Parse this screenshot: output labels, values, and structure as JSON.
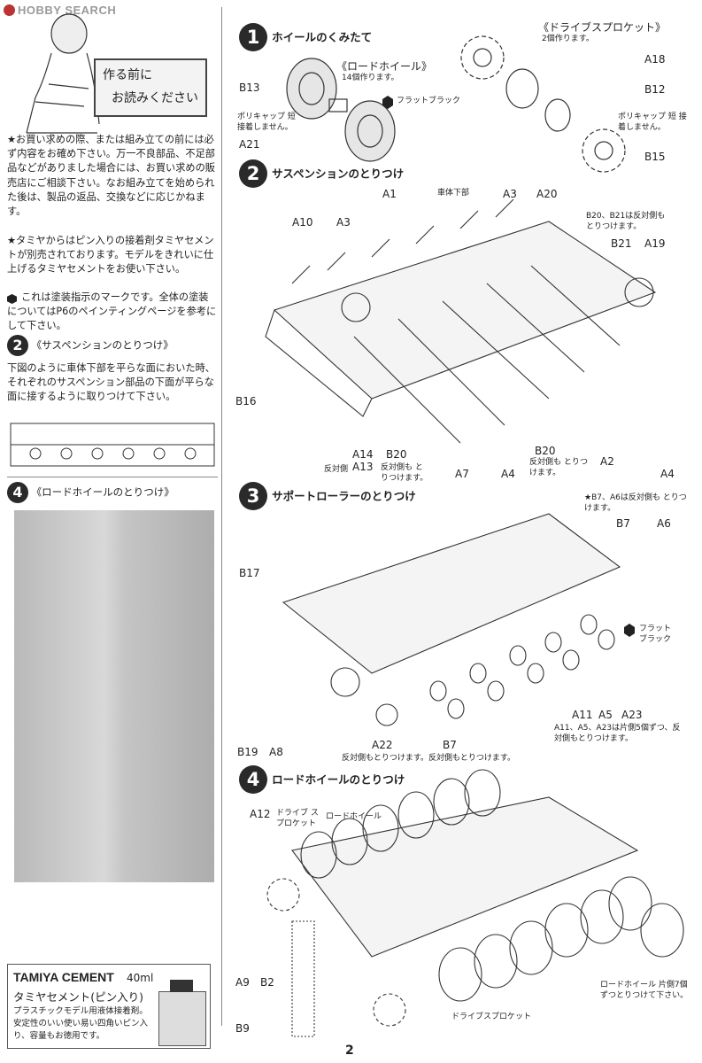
{
  "watermark": "HOBBY SEARCH",
  "read_box": [
    "作る前に",
    "お読みください"
  ],
  "intro_paragraphs": [
    "★お買い求めの際、または組み立ての前には必ず内容をお確め下さい。万一不良部品、不足部品などがありました場合には、お買い求めの販売店にご相談下さい。なお組み立てを始められた後は、製品の返品、交換などに応じかねます。",
    "★タミヤからはピン入りの接着剤タミヤセメントが別売されております。モデルをきれいに仕上げるタミヤセメントをお使い下さい。",
    "これは塗装指示のマークです。全体の塗装についてはP6のペインティングページを参考にして下さい。"
  ],
  "side_sections": {
    "susp": {
      "num": "2",
      "title": "《サスペンションのとりつけ》",
      "text": "下図のように車体下部を平らな面においた時、それぞれのサスペンション部品の下面が平らな面に接するように取りつけて下さい。"
    },
    "road": {
      "num": "4",
      "title": "《ロードホイールのとりつけ》"
    }
  },
  "cement": {
    "brand": "TAMIYA CEMENT",
    "volume": "40ml",
    "name": "タミヤセメント(ピン入り)",
    "desc": "プラスチックモデル用液体接着剤。安定性のいい使い易い四角いピン入り、容量もお徳用です。"
  },
  "steps": [
    {
      "num": "1",
      "title": "ホイールのくみたて"
    },
    {
      "num": "2",
      "title": "サスペンションのとりつけ"
    },
    {
      "num": "3",
      "title": "サポートローラーのとりつけ"
    },
    {
      "num": "4",
      "title": "ロードホイールのとりつけ"
    }
  ],
  "step1": {
    "road_wheel": "《ロードホイール》",
    "road_wheel_qty": "14個作ります。",
    "flat_black": "フラットブラック",
    "polycap_note": "ポリキャップ 短 接着しません。",
    "drive_sprocket": "《ドライブスプロケット》",
    "sprocket_qty": "2個作ります。",
    "polycap_note2": "ポリキャップ 短 接着しません。",
    "parts": [
      "B13",
      "A21",
      "A18",
      "B12",
      "B15"
    ]
  },
  "step2": {
    "lower_hull": "車体下部",
    "note_b20_b21": "B20、B21は反対側もとりつけます。",
    "parts": [
      "A1",
      "A3",
      "A20",
      "A10",
      "A3",
      "B21",
      "A19",
      "B16",
      "A14",
      "B20",
      "A13",
      "A7",
      "A4",
      "B20",
      "A2",
      "A4"
    ],
    "opp_side": "反対側",
    "opp_also": "反対側も とりつけます。",
    "b20_note": "反対側も とりつけます。"
  },
  "step3": {
    "note_top": "★B7、A6は反対側も とりつけます。",
    "flat_black": "フラット ブラック",
    "parts": [
      "B7",
      "A6",
      "B17",
      "A11",
      "A5",
      "A23",
      "B19",
      "A8",
      "A22",
      "B7"
    ],
    "note_a11": "A11、A5、A23は片側5個ずつ、反対側もとりつけます。",
    "a22_note": "反対側もとりつけます。",
    "b7_note": "反対側もとりつけます。"
  },
  "step4": {
    "drive_sprocket_lbl": "ドライブ スプロケット",
    "road_wheel_lbl": "ロードホイール",
    "parts": [
      "A12",
      "A9",
      "B2",
      "B9"
    ],
    "road_wheel_note": "ロードホイール 片側7個ずつとりつけて下さい。",
    "drive_sprocket_bottom": "ドライブスプロケット"
  },
  "page_number": "2"
}
